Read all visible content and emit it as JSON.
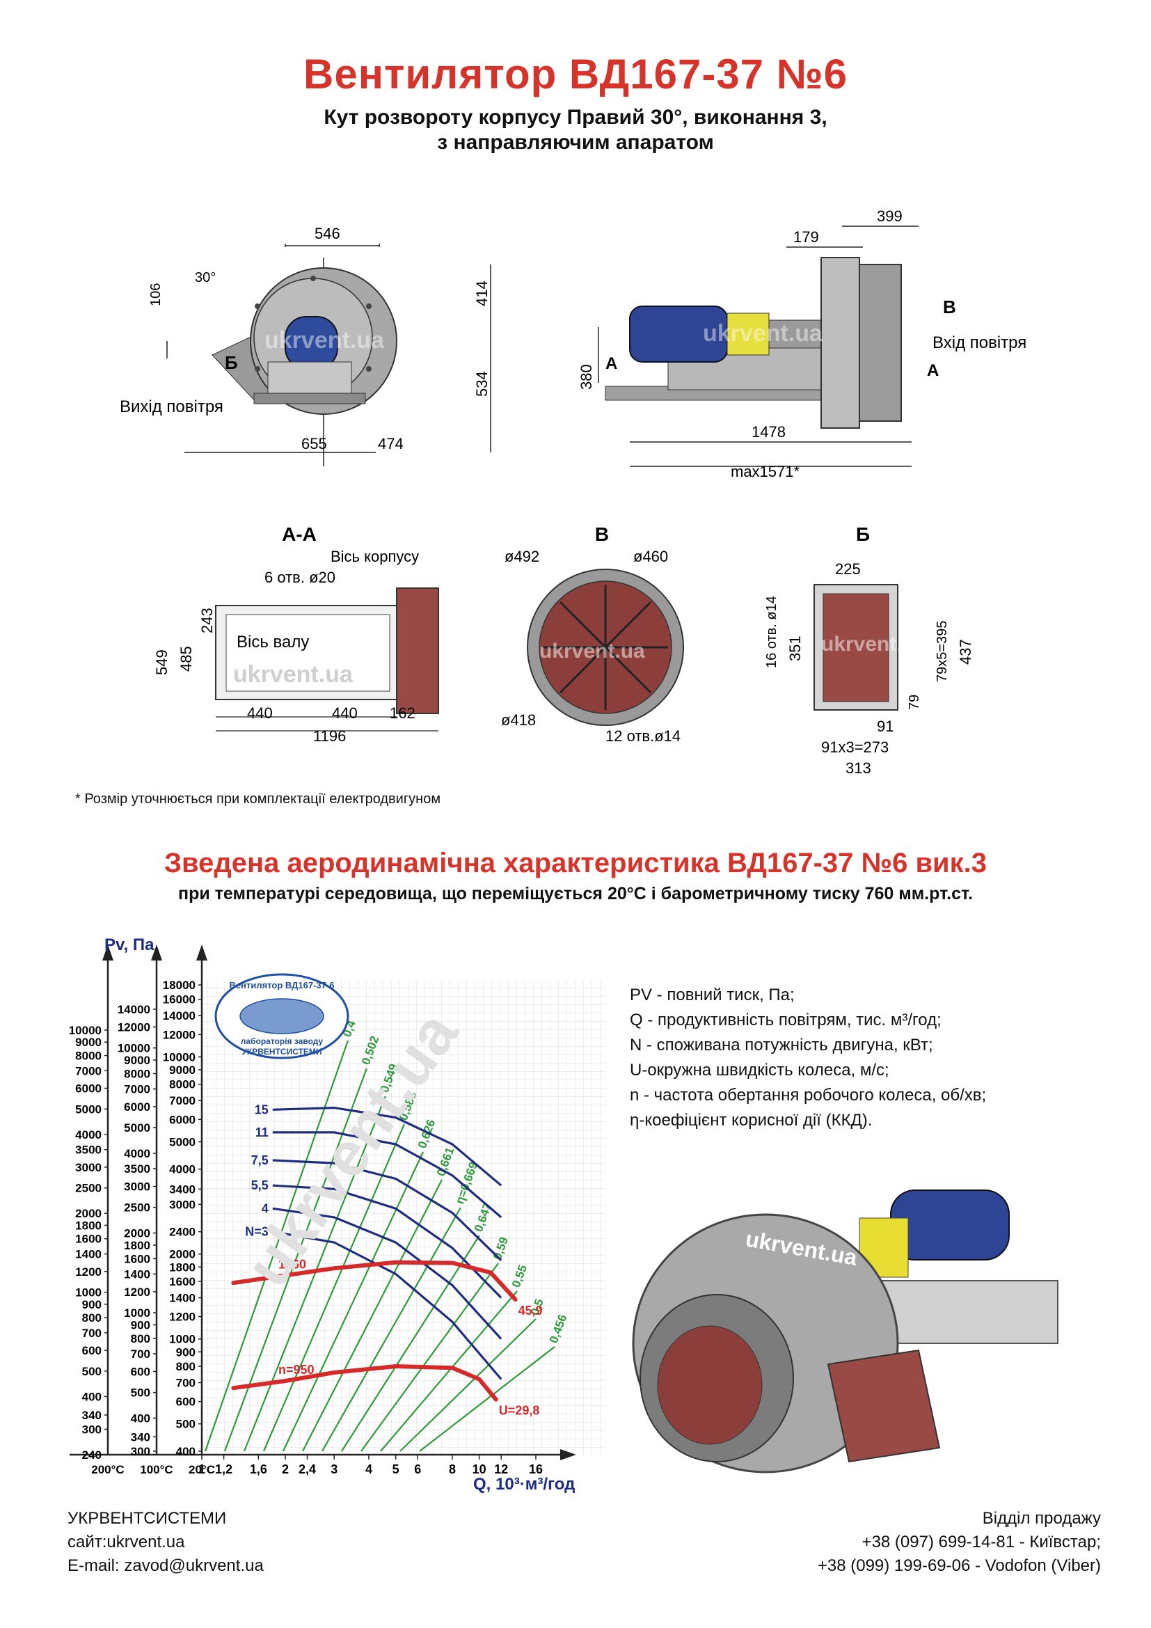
{
  "header": {
    "title": "Вентилятор  ВД167-37 №6",
    "subtitle_line1": "Кут розвороту корпусу Правий 30°, виконання 3,",
    "subtitle_line2": "з направляючим апаратом"
  },
  "drawing_front": {
    "dims": [
      "546",
      "30°",
      "106",
      "414",
      "534",
      "655",
      "474"
    ],
    "outlet_label": "Вихід повітря",
    "view_mark": "Б"
  },
  "drawing_side": {
    "dims": [
      "399",
      "179",
      "380",
      "1478",
      "max1571*"
    ],
    "inlet_label": "Вхід повітря",
    "view_mark_b": "В",
    "section_mark_a": "А"
  },
  "view_aa": {
    "title": "А-А",
    "axis_body": "Вісь корпусу",
    "holes": "6 отв. ø20",
    "axis_shaft": "Вісь валу",
    "dims": [
      "549",
      "485",
      "243",
      "440",
      "440",
      "162",
      "1196"
    ]
  },
  "view_v": {
    "title": "В",
    "dims": [
      "ø492",
      "ø460",
      "ø418",
      "12 отв.ø14"
    ]
  },
  "view_b": {
    "title": "Б",
    "dims": [
      "225",
      "16 отв. ø14",
      "351",
      "79x5=395",
      "437",
      "79",
      "91",
      "91x3=273",
      "313"
    ]
  },
  "watermark": "ukrvent.ua",
  "footnote": "* Розмір уточнюється при комплектації електродвигуном",
  "chart_header": {
    "title": "Зведена аеродинамічна характеристика ВД167-37 №6 вик.3",
    "subtitle": "при температурі середовища, що переміщується 20°С і барометричному тиску 760 мм.рт.ст."
  },
  "chart_data": {
    "type": "line",
    "ylabel": "Pv, Па",
    "xlabel": "Q, 10³·м³/год",
    "x_scale": "log",
    "y_scale": "log",
    "x_ticks": [
      "1",
      "1,2",
      "1,6",
      "2",
      "2,4",
      "3",
      "4",
      "5",
      "6",
      "8",
      "10",
      "12",
      "16"
    ],
    "temperature_labels": [
      "200°С",
      "100°С",
      "20°С"
    ],
    "y_axis_200": [
      "10000",
      "9000",
      "8000",
      "7000",
      "6000",
      "5000",
      "4000",
      "3500",
      "3000",
      "2500",
      "2000",
      "1800",
      "1600",
      "1400",
      "1200",
      "1000",
      "900",
      "800",
      "700",
      "600",
      "500",
      "400",
      "340",
      "300",
      "240"
    ],
    "y_axis_100": [
      "14000",
      "12000",
      "10000",
      "9000",
      "8000",
      "7000",
      "6000",
      "5000",
      "4000",
      "3500",
      "3000",
      "2500",
      "2000",
      "1800",
      "1600",
      "1400",
      "1200",
      "1000",
      "900",
      "800",
      "700",
      "600",
      "500",
      "400",
      "340",
      "300"
    ],
    "y_axis_20": [
      "18000",
      "16000",
      "14000",
      "12000",
      "10000",
      "9000",
      "8000",
      "7000",
      "6000",
      "5000",
      "4000",
      "3400",
      "3000",
      "2400",
      "2000",
      "1800",
      "1600",
      "1400",
      "1200",
      "1000",
      "900",
      "800",
      "700",
      "600",
      "500",
      "400"
    ],
    "pressure_curves": [
      {
        "name": "1460",
        "n": 1460,
        "points": [
          [
            1.3,
            1580
          ],
          [
            2,
            1680
          ],
          [
            3,
            1780
          ],
          [
            5,
            1870
          ],
          [
            8,
            1860
          ],
          [
            11,
            1720
          ],
          [
            13.5,
            1380
          ]
        ],
        "end_label": "45,9",
        "color": "#d62a2a"
      },
      {
        "name": "n=950",
        "n": 950,
        "points": [
          [
            1.3,
            670
          ],
          [
            2,
            710
          ],
          [
            3,
            760
          ],
          [
            5,
            800
          ],
          [
            8,
            790
          ],
          [
            10,
            720
          ],
          [
            11.5,
            610
          ]
        ],
        "end_label": "U=29,8",
        "color": "#d62a2a"
      }
    ],
    "power_curves": [
      {
        "name": "N=3",
        "points": [
          [
            1.8,
            2400
          ],
          [
            3,
            2200
          ],
          [
            5,
            1700
          ],
          [
            8,
            1150
          ],
          [
            12,
            720
          ]
        ]
      },
      {
        "name": "4",
        "points": [
          [
            1.8,
            2900
          ],
          [
            3,
            2700
          ],
          [
            5,
            2200
          ],
          [
            8,
            1550
          ],
          [
            12,
            1000
          ]
        ]
      },
      {
        "name": "5,5",
        "points": [
          [
            1.8,
            3500
          ],
          [
            3,
            3400
          ],
          [
            5,
            2900
          ],
          [
            8,
            2100
          ],
          [
            12,
            1400
          ]
        ]
      },
      {
        "name": "7,5",
        "points": [
          [
            1.8,
            4300
          ],
          [
            3,
            4200
          ],
          [
            5,
            3700
          ],
          [
            8,
            2800
          ],
          [
            12,
            1900
          ]
        ]
      },
      {
        "name": "11",
        "points": [
          [
            1.8,
            5400
          ],
          [
            3,
            5400
          ],
          [
            5,
            4900
          ],
          [
            8,
            3800
          ],
          [
            12,
            2700
          ]
        ]
      },
      {
        "name": "15",
        "points": [
          [
            1.8,
            6500
          ],
          [
            3,
            6600
          ],
          [
            5,
            6100
          ],
          [
            8,
            4900
          ],
          [
            12,
            3500
          ]
        ]
      }
    ],
    "efficiency_lines": [
      "0,4",
      "0,502",
      "0,549",
      "0,583",
      "0,626",
      "0,661",
      "η=0,669",
      "0,647",
      "0,59",
      "0,55",
      "0,5",
      "0,456"
    ],
    "efficiency_color": "#2e9a3a",
    "power_color": "#1f2d80",
    "stamp": {
      "line1": "Вентилятор ВД167-37-6",
      "line2": "лабораторія заводу",
      "line3": "УКРВЕНТСИСТЕМИ"
    }
  },
  "legend": [
    "PV - повний тиск, Па;",
    "Q - продуктивність повітрям, тис. м³/год;",
    "N - споживана потужність двигуна, кВт;",
    "U-окружна швидкість колеса, м/с;",
    "n - частота обертання робочого колеса, об/хв;",
    "η-коефіцієнт корисної дії (ККД)."
  ],
  "footer_left": {
    "company": "УКРВЕНТСИСТЕМИ",
    "site": "сайт:ukrvent.ua",
    "email": "E-mail: zavod@ukrvent.ua"
  },
  "footer_right": {
    "dept": "Відділ продажу",
    "phone1": "+38 (097) 699-14-81 - Київстар;",
    "phone2": "+38 (099) 199-69-06 - Vodofon (Viber)"
  }
}
